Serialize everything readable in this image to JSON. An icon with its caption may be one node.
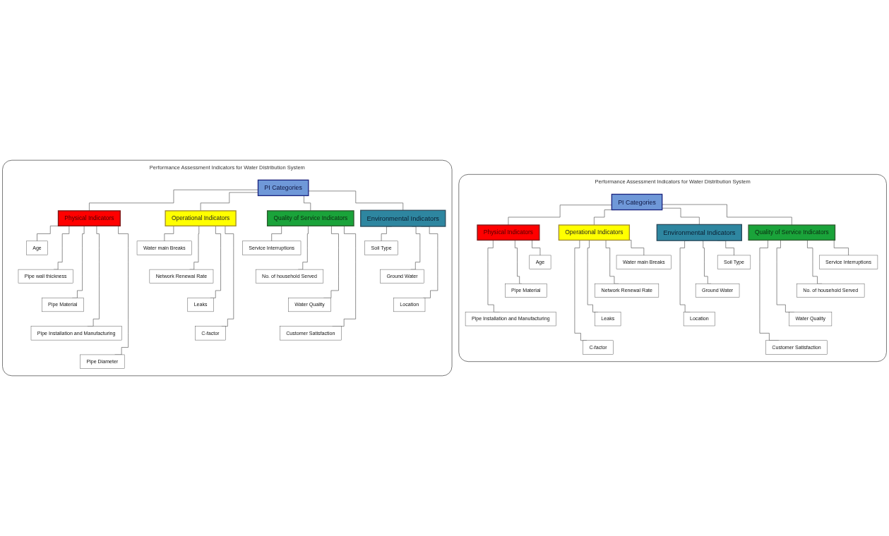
{
  "diagram": {
    "nodes": [
      {
        "text": [
          "Performance Assessment Indicators for Water Distribution System"
        ]
      },
      {
        "text": [
          "PI Categories"
        ],
        "in": 0
      },
      {
        "text": [
          "Physical Indicators"
        ],
        "in": 0
      },
      {
        "text": [
          "Operational Indicators"
        ],
        "in": 0
      },
      {
        "text": [
          "Quality of Service Indicators"
        ],
        "in": 0
      },
      {
        "text": [
          "Environmental Indicators"
        ],
        "in": 0
      },
      {
        "text": [
          "Age"
        ],
        "in": 0
      },
      {
        "text": [
          "Pipe wall thickness"
        ],
        "in": 0
      },
      {
        "text": [
          "Pipe Material"
        ],
        "in": 0
      },
      {
        "text": [
          "Pipe Installation and Manufacturing"
        ],
        "in": 0
      },
      {
        "text": [
          "Pipe Diameter"
        ],
        "in": 0
      },
      {
        "text": [
          "Water main Breaks"
        ],
        "in": 0
      },
      {
        "text": [
          "Network Renewal Rate"
        ],
        "in": 0
      },
      {
        "text": [
          "Leaks"
        ],
        "in": 0
      },
      {
        "text": [
          "C-factor"
        ],
        "in": 0
      },
      {
        "text": [
          "Service Interruptions"
        ],
        "in": 0
      },
      {
        "text": [
          "No. of household Served"
        ],
        "in": 0
      },
      {
        "text": [
          "Water Quality"
        ],
        "in": 0
      },
      {
        "text": [
          "Customer Satisfaction"
        ],
        "in": 0
      },
      {
        "text": [
          "Soil Type"
        ],
        "in": 0
      },
      {
        "text": [
          "Ground Water"
        ],
        "in": 0
      },
      {
        "text": [
          "Location"
        ],
        "in": 0
      },
      {
        "text": [
          "Performance Assessment Indicators for Water Distribution System"
        ]
      },
      {
        "text": [
          "PI Categories"
        ],
        "in": 22
      },
      {
        "text": [
          "Physical Indicators"
        ],
        "in": 22
      },
      {
        "text": [
          "Operational Indicators"
        ],
        "in": 22
      },
      {
        "text": [
          "Quality of Service Indicators"
        ],
        "in": 22
      },
      {
        "text": [
          "Environmental Indicators"
        ],
        "in": 22
      },
      {
        "text": [
          "Age"
        ],
        "in": 22
      },
      {
        "text": [
          "Pipe Material"
        ],
        "in": 22
      },
      {
        "text": [
          "Pipe Installation and Manufacturing"
        ],
        "in": 22
      },
      {
        "text": [
          "Water main Breaks"
        ],
        "in": 22
      },
      {
        "text": [
          "Network Renewal Rate"
        ],
        "in": 22
      },
      {
        "text": [
          "Leaks"
        ],
        "in": 22
      },
      {
        "text": [
          "C-factor"
        ],
        "in": 22
      },
      {
        "text": [
          "Service Interruptions"
        ],
        "in": 22
      },
      {
        "text": [
          "No. of household Served"
        ],
        "in": 22
      },
      {
        "text": [
          "Water Quality"
        ],
        "in": 22
      },
      {
        "text": [
          "Customer Satisfaction"
        ],
        "in": 22
      },
      {
        "text": [
          "Soil Type"
        ],
        "in": 22
      },
      {
        "text": [
          "Ground Water"
        ],
        "in": 22
      },
      {
        "text": [
          "Location"
        ],
        "in": 22
      }
    ],
    "edges": [
      {
        "from": 1,
        "to": 2,
        "arrow": "none"
      },
      {
        "from": 1,
        "to": 3,
        "arrow": "none"
      },
      {
        "from": 1,
        "to": 4,
        "arrow": "none"
      },
      {
        "from": 1,
        "to": 5,
        "arrow": "none"
      },
      {
        "from": 2,
        "to": 6,
        "arrow": "none"
      },
      {
        "from": 2,
        "to": 7,
        "arrow": "none"
      },
      {
        "from": 2,
        "to": 8,
        "arrow": "none"
      },
      {
        "from": 2,
        "to": 9,
        "arrow": "none"
      },
      {
        "from": 2,
        "to": 10,
        "arrow": "none"
      },
      {
        "from": 3,
        "to": 11,
        "arrow": "none"
      },
      {
        "from": 3,
        "to": 12,
        "arrow": "none"
      },
      {
        "from": 3,
        "to": 13,
        "arrow": "none"
      },
      {
        "from": 3,
        "to": 14,
        "arrow": "none"
      },
      {
        "from": 4,
        "to": 15,
        "arrow": "none"
      },
      {
        "from": 4,
        "to": 16,
        "arrow": "none"
      },
      {
        "from": 4,
        "to": 17,
        "arrow": "none"
      },
      {
        "from": 4,
        "to": 18,
        "arrow": "none"
      },
      {
        "from": 5,
        "to": 19,
        "arrow": "none"
      },
      {
        "from": 5,
        "to": 20,
        "arrow": "none"
      },
      {
        "from": 5,
        "to": 21,
        "arrow": "none"
      },
      {
        "from": 23,
        "to": 24,
        "arrow": "none"
      },
      {
        "from": 23,
        "to": 25,
        "arrow": "none"
      },
      {
        "from": 23,
        "to": 26,
        "arrow": "none"
      },
      {
        "from": 23,
        "to": 27,
        "arrow": "none"
      },
      {
        "from": 24,
        "to": 28,
        "arrow": "none"
      },
      {
        "from": 24,
        "to": 29,
        "arrow": "none"
      },
      {
        "from": 24,
        "to": 30,
        "arrow": "none"
      },
      {
        "from": 25,
        "to": 31,
        "arrow": "none"
      },
      {
        "from": 25,
        "to": 32,
        "arrow": "none"
      },
      {
        "from": 25,
        "to": 33,
        "arrow": "none"
      },
      {
        "from": 25,
        "to": 34,
        "arrow": "none"
      },
      {
        "from": 26,
        "to": 35,
        "arrow": "none"
      },
      {
        "from": 26,
        "to": 36,
        "arrow": "none"
      },
      {
        "from": 26,
        "to": 37,
        "arrow": "none"
      },
      {
        "from": 26,
        "to": 38,
        "arrow": "none"
      },
      {
        "from": 27,
        "to": 39,
        "arrow": "none"
      },
      {
        "from": 27,
        "to": 40,
        "arrow": "none"
      },
      {
        "from": 27,
        "to": 41,
        "arrow": "none"
      }
    ]
  }
}
